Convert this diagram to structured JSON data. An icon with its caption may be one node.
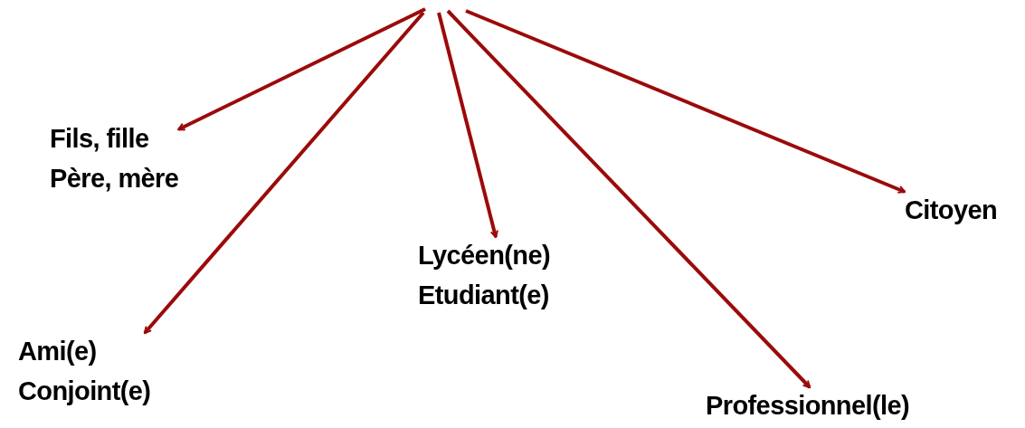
{
  "diagram": {
    "nodes": [
      {
        "text": [
          "Fils, fille",
          "Père, mère"
        ]
      },
      {
        "text": [
          "Ami(e)",
          "Conjoint(e)"
        ]
      },
      {
        "text": [
          "Lycéen(ne)",
          "Etudiant(e)"
        ]
      },
      {
        "text": [
          "Professionnel(le)"
        ]
      },
      {
        "text": [
          "Citoyen"
        ]
      }
    ],
    "edges": [
      {
        "from": null,
        "to": 0,
        "arrow": "to"
      },
      {
        "from": null,
        "to": 1,
        "arrow": "to"
      },
      {
        "from": null,
        "to": 2,
        "arrow": "to"
      },
      {
        "from": null,
        "to": 3,
        "arrow": "to"
      },
      {
        "from": null,
        "to": 4,
        "arrow": "to"
      }
    ]
  }
}
